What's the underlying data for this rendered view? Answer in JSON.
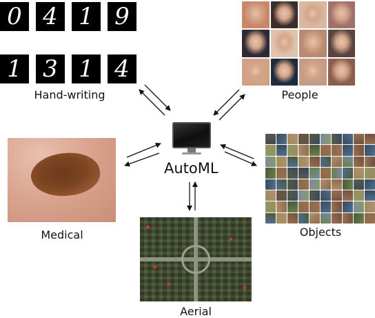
{
  "center": {
    "label": "AutoML",
    "icon": "computer-monitor-icon"
  },
  "domains": [
    {
      "key": "handwriting",
      "label": "Hand-writing"
    },
    {
      "key": "people",
      "label": "People"
    },
    {
      "key": "medical",
      "label": "Medical"
    },
    {
      "key": "aerial",
      "label": "Aerial"
    },
    {
      "key": "objects",
      "label": "Objects"
    }
  ],
  "handwriting": {
    "row1": [
      "0",
      "4",
      "1",
      "9"
    ],
    "row2": [
      "1",
      "3",
      "1",
      "4"
    ]
  },
  "colors": {
    "arrow": "#111111",
    "screen": "#1a1a1a",
    "lesion": "#7a4320",
    "skin": "#d8a892",
    "aerial": "#3b4a2f"
  }
}
